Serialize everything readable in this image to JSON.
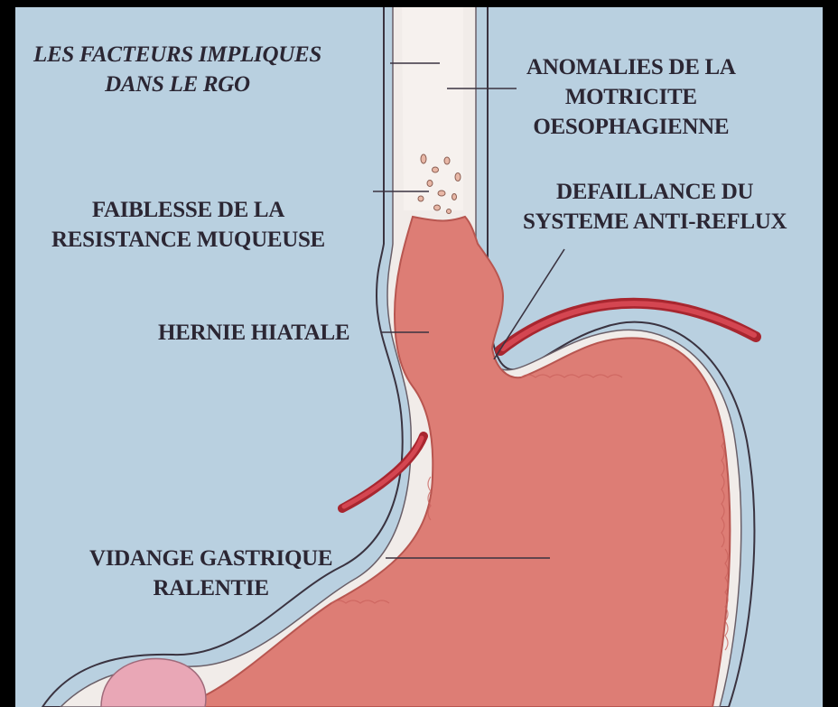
{
  "colors": {
    "background": "#b9d0e0",
    "frame": "#000000",
    "stomach_fill": "#dd7d75",
    "stomach_outline": "#c05d58",
    "wall": "#f1ece9",
    "diaphragm": "#c8353f",
    "text": "#2b2633"
  },
  "labels": {
    "facteurs": {
      "line1": "LES FACTEURS IMPLIQUES",
      "line2": "DANS LE RGO"
    },
    "anomalies": {
      "line1": "ANOMALIES DE LA",
      "line2": "MOTRICITE",
      "line3": "OESOPHAGIENNE"
    },
    "faiblesse": {
      "line1": "FAIBLESSE DE LA",
      "line2": "RESISTANCE MUQUEUSE"
    },
    "defaillance": {
      "line1": "DEFAILLANCE DU",
      "line2": "SYSTEME ANTI-REFLUX"
    },
    "hernie": {
      "line1": "HERNIE HIATALE"
    },
    "vidange": {
      "line1": "VIDANGE GASTRIQUE",
      "line2": "RALENTIE"
    }
  }
}
